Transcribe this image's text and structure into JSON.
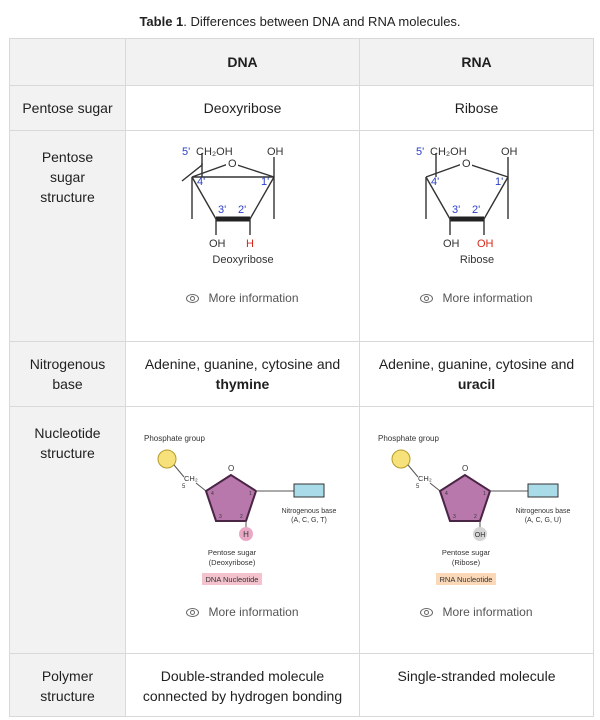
{
  "caption": {
    "bold": "Table 1",
    "rest": ". Differences between DNA and RNA molecules."
  },
  "header": {
    "col1": "",
    "col2": "DNA",
    "col3": "RNA"
  },
  "rows": {
    "pentose_sugar": {
      "label": "Pentose sugar",
      "dna": "Deoxyribose",
      "rna": "Ribose"
    },
    "structure": {
      "label": "Pentose sugar structure",
      "dna": {
        "c5": "5'",
        "ch2oh": "CH₂OH",
        "o": "O",
        "oh_top": "OH",
        "c4": "4'",
        "c1": "1'",
        "c3": "3'",
        "c2": "2'",
        "oh_bottom": "OH",
        "c2_group": "H",
        "name": "Deoxyribose"
      },
      "rna": {
        "c5": "5'",
        "ch2oh": "CH₂OH",
        "o": "O",
        "oh_top": "OH",
        "c4": "4'",
        "c1": "1'",
        "c3": "3'",
        "c2": "2'",
        "oh_bottom": "OH",
        "c2_group": "OH",
        "name": "Ribose"
      },
      "more": "More information"
    },
    "base": {
      "label": "Nitrogenous base",
      "dna_plain": "Adenine, guanine, cytosine and",
      "dna_bold": "thymine",
      "rna_plain": "Adenine, guanine, cytosine and",
      "rna_bold": "uracil"
    },
    "nucleotide": {
      "label": "Nucleotide structure",
      "dna": {
        "phosphate": "Phosphate group",
        "ch2": "CH₂",
        "five": "5",
        "o": "O",
        "c4": "4",
        "c1": "1",
        "c3": "3",
        "c2": "2",
        "c2_group": "H",
        "base_label": "Nitrogenous base",
        "base_letters": "(A, C, G, T)",
        "sugar_label": "Pentose sugar",
        "sugar_name": "(Deoxyribose)",
        "tag": "DNA Nucleotide"
      },
      "rna": {
        "phosphate": "Phosphate group",
        "ch2": "CH₂",
        "five": "5",
        "o": "O",
        "c4": "4",
        "c1": "1",
        "c3": "3",
        "c2": "2",
        "c2_group": "OH",
        "base_label": "Nitrogenous base",
        "base_letters": "(A, C, G, U)",
        "sugar_label": "Pentose sugar",
        "sugar_name": "(Ribose)",
        "tag": "RNA Nucleotide"
      },
      "more": "More information"
    },
    "polymer": {
      "label": "Polymer structure",
      "dna": "Double-stranded molecule connected by hydrogen bonding",
      "rna": "Single-stranded molecule"
    }
  },
  "colors": {
    "carbon_label": "#2b3fc7",
    "highlight": "#d4281c",
    "pentagon_fill": "#b978ac",
    "pentagon_stroke": "#4a2546",
    "phosphate_fill": "#f7e17a",
    "base_fill": "#a9dbe8",
    "dna_tag_bg": "#f4c2cc",
    "rna_tag_bg": "#fbd9b8",
    "h_circle": "#e9a9c6",
    "oh_circle": "#d5d5d5"
  }
}
